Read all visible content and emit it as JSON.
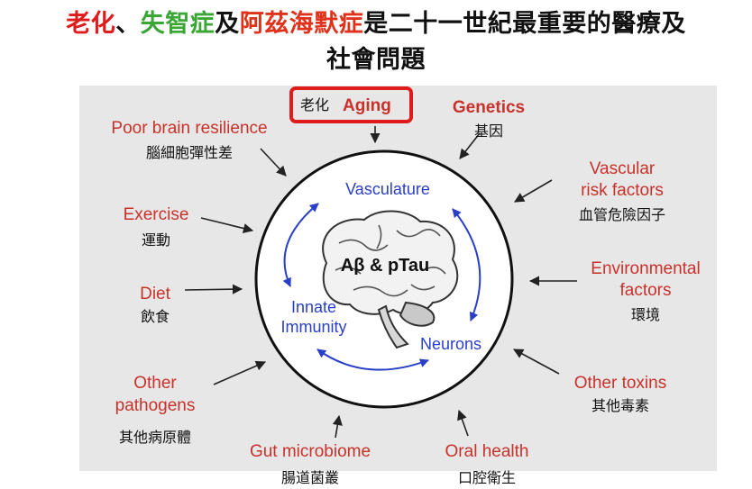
{
  "title": {
    "line1": [
      {
        "text": "老化",
        "color": "#e01b1b"
      },
      {
        "text": "、",
        "color": "#111111"
      },
      {
        "text": "失智症",
        "color": "#3aa635"
      },
      {
        "text": "及",
        "color": "#111111"
      },
      {
        "text": "阿茲海默症",
        "color": "#e0321b"
      },
      {
        "text": "是二十一世紀最重要的醫療及",
        "color": "#111111"
      }
    ],
    "line2": "社會問題"
  },
  "factors": {
    "aging": {
      "zh": "老化",
      "en": "Aging"
    },
    "genetics": {
      "en": "Genetics",
      "zh": "基因"
    },
    "brain_resilience": {
      "en": "Poor brain resilience",
      "zh": "腦細胞彈性差"
    },
    "vascular": {
      "en_line1": "Vascular",
      "en_line2": "risk factors",
      "zh": "血管危險因子"
    },
    "exercise": {
      "en": "Exercise",
      "zh": "運動"
    },
    "environmental": {
      "en_line1": "Environmental",
      "en_line2": "factors",
      "zh": "環境"
    },
    "diet": {
      "en": "Diet",
      "zh": "飲食"
    },
    "other_toxins": {
      "en": "Other toxins",
      "zh": "其他毒素"
    },
    "other_pathogens": {
      "en_line1": "Other",
      "en_line2": "pathogens",
      "zh": "其他病原體"
    },
    "gut_microbiome": {
      "en": "Gut microbiome",
      "zh": "腸道菌叢"
    },
    "oral_health": {
      "en": "Oral health",
      "zh": "口腔衛生"
    }
  },
  "center": {
    "vasculature": "Vasculature",
    "innate_line1": "Innate",
    "innate_line2": "Immunity",
    "neurons": "Neurons",
    "brain_label": "Aβ & pTau"
  },
  "colors": {
    "factor_red": "#c8322b",
    "inner_blue": "#2a3fc8",
    "panel_bg": "#e7e7e7",
    "highlight_red": "#e01b1b"
  }
}
